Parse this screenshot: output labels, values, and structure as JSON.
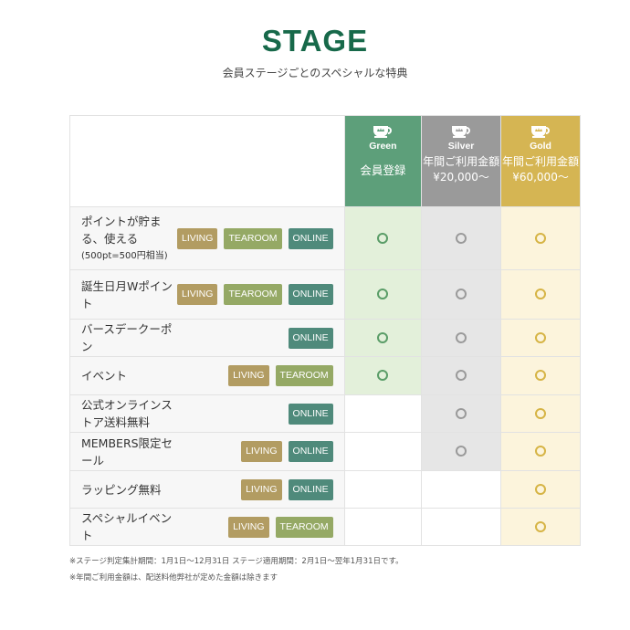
{
  "title": "STAGE",
  "subtitle": "会員ステージごとのスペシャルな特典",
  "colors": {
    "green": "#5d9f7a",
    "silver": "#9a9a9a",
    "gold": "#d5b553",
    "green_cell": "#e3f0da",
    "silver_cell": "#e6e6e6",
    "gold_cell": "#fcf4dc",
    "LIVING": "#b29c62",
    "TEAROOM": "#95a965",
    "ONLINE": "#4f8a7b"
  },
  "stages": [
    {
      "key": "green",
      "name": "Green",
      "condition": "会員登録"
    },
    {
      "key": "silver",
      "name": "Silver",
      "condition": "年間ご利用金額 ¥20,000〜"
    },
    {
      "key": "gold",
      "name": "Gold",
      "condition": "年間ご利用金額 ¥60,000〜"
    }
  ],
  "rows": [
    {
      "label": "ポイントが貯まる、使える",
      "note": "(500pt=500円相当)",
      "tags": [
        "LIVING",
        "TEAROOM",
        "ONLINE"
      ],
      "green": true,
      "silver": true,
      "gold": true
    },
    {
      "label": "誕生日月Wポイント",
      "tags": [
        "LIVING",
        "TEAROOM",
        "ONLINE"
      ],
      "green": true,
      "silver": true,
      "gold": true
    },
    {
      "label": "バースデークーポン",
      "tags": [
        "ONLINE"
      ],
      "green": true,
      "silver": true,
      "gold": true
    },
    {
      "label": "イベント",
      "tags": [
        "LIVING",
        "TEAROOM"
      ],
      "green": true,
      "silver": true,
      "gold": true
    },
    {
      "label": "公式オンラインストア送料無料",
      "tags": [
        "ONLINE"
      ],
      "green": false,
      "silver": true,
      "gold": true
    },
    {
      "label": "MEMBERS限定セール",
      "tags": [
        "LIVING",
        "ONLINE"
      ],
      "green": false,
      "silver": true,
      "gold": true
    },
    {
      "label": "ラッピング無料",
      "tags": [
        "LIVING",
        "ONLINE"
      ],
      "green": false,
      "silver": false,
      "gold": true
    },
    {
      "label": "スペシャルイベント",
      "tags": [
        "LIVING",
        "TEAROOM"
      ],
      "green": false,
      "silver": false,
      "gold": true
    }
  ],
  "notes": [
    "※ステージ判定集計期間：1月1日〜12月31日 ステージ適用期間：2月1日〜翌年1月31日です。",
    "※年間ご利用金額は、配送料他弊社が定めた金額は除きます"
  ]
}
